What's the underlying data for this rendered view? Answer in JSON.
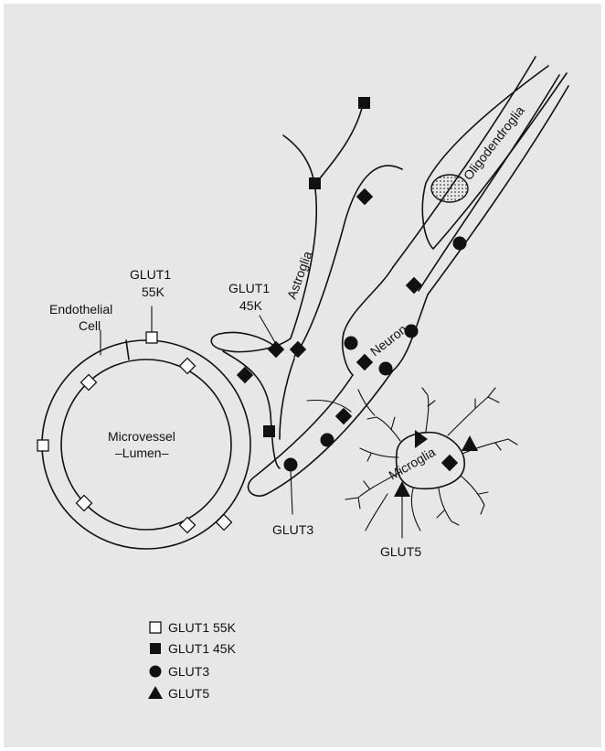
{
  "labels": {
    "glut1_55k_line1": "GLUT1",
    "glut1_55k_line2": "55K",
    "endothelial_line1": "Endothelial",
    "endothelial_line2": "Cell",
    "microvessel_line1": "Microvessel",
    "microvessel_line2": "–Lumen–",
    "glut1_45k_line1": "GLUT1",
    "glut1_45k_line2": "45K",
    "astroglia": "Astroglia",
    "oligodendroglia": "Oligodendroglia",
    "neuron": "Neuron",
    "microglia": "Microglia",
    "glut3": "GLUT3",
    "glut5": "GLUT5"
  },
  "legend": [
    {
      "symbol": "open-square",
      "label": "GLUT1 55K"
    },
    {
      "symbol": "filled-square",
      "label": "GLUT1 45K"
    },
    {
      "symbol": "filled-circle",
      "label": "GLUT3"
    },
    {
      "symbol": "filled-triangle",
      "label": "GLUT5"
    }
  ],
  "colors": {
    "background": "#e7e7e8",
    "ink": "#111111",
    "open_fill": "#ffffff"
  }
}
